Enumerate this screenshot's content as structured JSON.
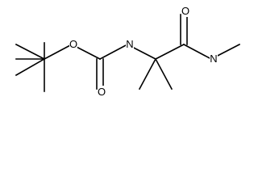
{
  "structure": {
    "atoms": [
      {
        "id": "o_ether",
        "label": "O"
      },
      {
        "id": "o_carbamate",
        "label": "O"
      },
      {
        "id": "n_carbamate",
        "label": "N"
      },
      {
        "id": "o_amide",
        "label": "O"
      },
      {
        "id": "n_amide",
        "label": "N"
      }
    ]
  }
}
